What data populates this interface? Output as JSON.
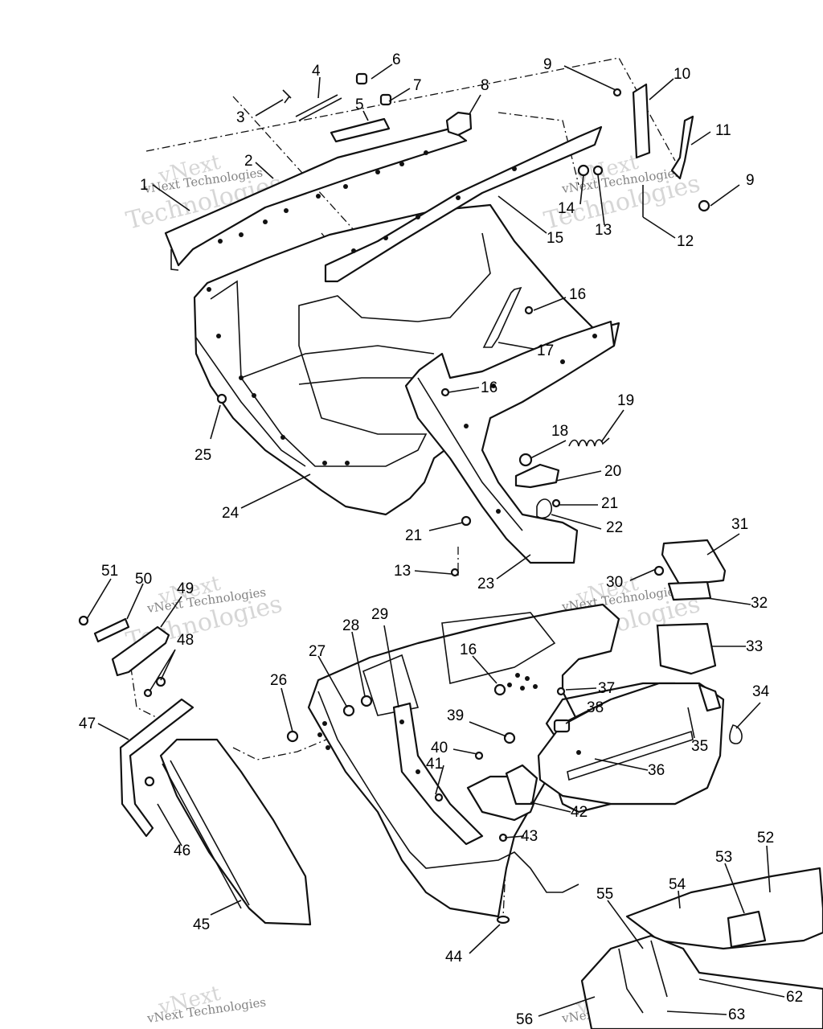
{
  "watermark": {
    "line1": "vNext",
    "line2": "vNext Technologies",
    "line3": "Technologies"
  },
  "callouts": {
    "c1": "1",
    "c2": "2",
    "c3": "3",
    "c4": "4",
    "c5": "5",
    "c6": "6",
    "c7": "7",
    "c8": "8",
    "c9a": "9",
    "c9b": "9",
    "c10": "10",
    "c11": "11",
    "c12": "12",
    "c13a": "13",
    "c13b": "13",
    "c14": "14",
    "c15": "15",
    "c16a": "16",
    "c16b": "16",
    "c16c": "16",
    "c17": "17",
    "c18": "18",
    "c19": "19",
    "c20": "20",
    "c21a": "21",
    "c21b": "21",
    "c22": "22",
    "c23": "23",
    "c24": "24",
    "c25": "25",
    "c26": "26",
    "c27": "27",
    "c28": "28",
    "c29": "29",
    "c30": "30",
    "c31": "31",
    "c32": "32",
    "c33": "33",
    "c34": "34",
    "c35": "35",
    "c36": "36",
    "c37": "37",
    "c38": "38",
    "c39": "39",
    "c40": "40",
    "c41": "41",
    "c42": "42",
    "c43": "43",
    "c44": "44",
    "c45": "45",
    "c46": "46",
    "c47": "47",
    "c48": "48",
    "c49": "49",
    "c50": "50",
    "c51": "51",
    "c52": "52",
    "c53": "53",
    "c54": "54",
    "c55": "55",
    "c56": "56",
    "c62": "62",
    "c63": "63"
  }
}
